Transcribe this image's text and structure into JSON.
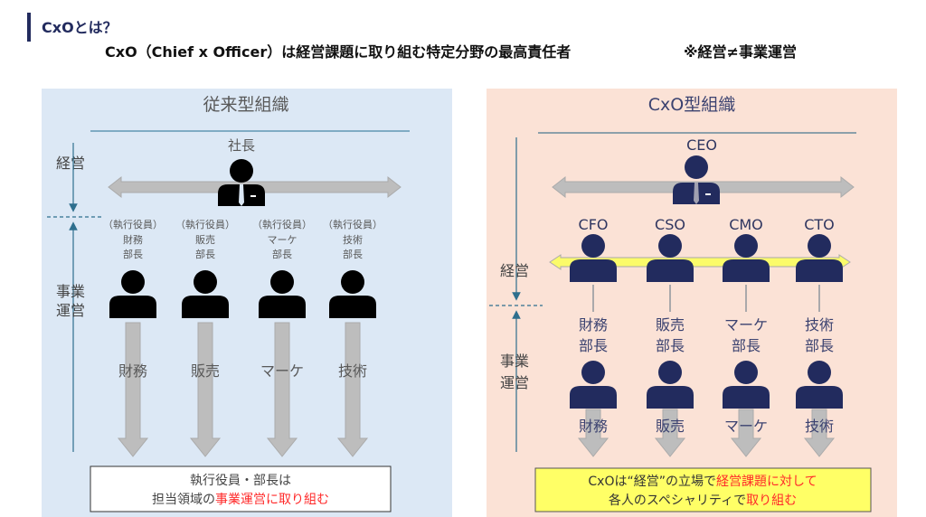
{
  "header": {
    "section_title": "CxOとは？",
    "subtitle": "CxO（Chief x Officer）は経営課題に取り組む特定分野の最高責任者",
    "note": "※経営≠事業運営"
  },
  "traditional": {
    "title": "従来型組織",
    "president": "社長",
    "axis_management": "経営",
    "axis_operations_1": "事業",
    "axis_operations_2": "運営",
    "columns": [
      {
        "role": "（執行役員）",
        "dept": "財務",
        "title": "部長",
        "area": "財務"
      },
      {
        "role": "（執行役員）",
        "dept": "販売",
        "title": "部長",
        "area": "販売"
      },
      {
        "role": "（執行役員）",
        "dept": "マーケ",
        "title": "部長",
        "area": "マーケ"
      },
      {
        "role": "（執行役員）",
        "dept": "技術",
        "title": "部長",
        "area": "技術"
      }
    ],
    "summary_line1": "執行役員・部長は",
    "summary_line2_plain": "担当領域の",
    "summary_line2_red": "事業運営に取り組む"
  },
  "cxo": {
    "title": "CxO型組織",
    "ceo": "CEO",
    "axis_management": "経営",
    "axis_operations_1": "事業",
    "axis_operations_2": "運営",
    "columns": [
      {
        "officer": "CFO",
        "dept": "財務",
        "title": "部長",
        "area": "財務"
      },
      {
        "officer": "CSO",
        "dept": "販売",
        "title": "部長",
        "area": "販売"
      },
      {
        "officer": "CMO",
        "dept": "マーケ",
        "title": "部長",
        "area": "マーケ"
      },
      {
        "officer": "CTO",
        "dept": "技術",
        "title": "部長",
        "area": "技術"
      }
    ],
    "summary_line1_plain": "CxOは“経営”の立場で",
    "summary_line1_red": "経営課題に対して",
    "summary_line2_plain": "各人のスペシャリティで",
    "summary_line2_red": "取り組む"
  },
  "colors": {
    "left_bg": "#dce8f5",
    "right_bg": "#fbe2d6",
    "navy": "#222b5e",
    "accent_red": "#ff2a2a",
    "highlight_yellow": "#ffff66"
  }
}
